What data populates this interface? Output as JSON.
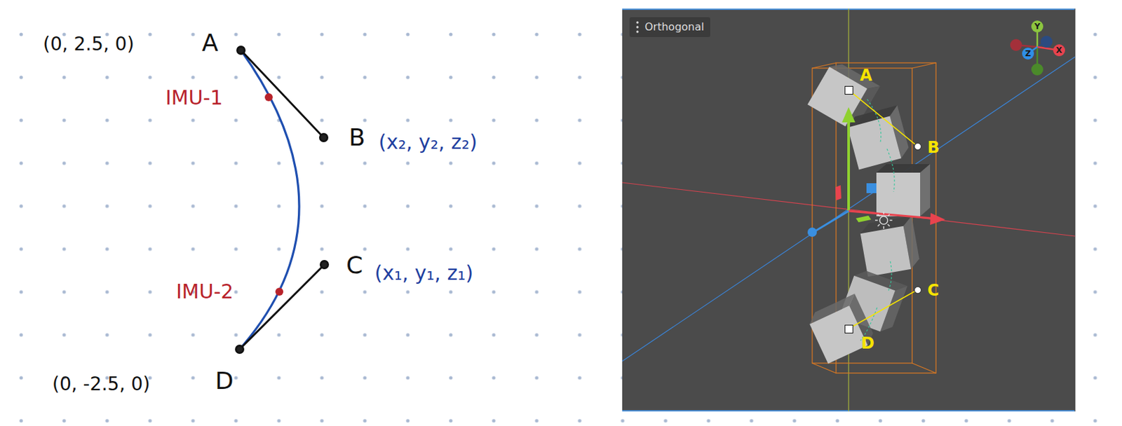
{
  "diagram": {
    "nodes": [
      {
        "text": [
          "(0, 2.5, 0)",
          "A"
        ]
      },
      {
        "text": [
          "B",
          "(x₂, y₂, z₂)"
        ]
      },
      {
        "text": [
          "C",
          "(x₁, y₁, z₁)"
        ]
      },
      {
        "text": [
          "(0, -2.5, 0)",
          "D"
        ]
      },
      {
        "text": [
          "A"
        ]
      },
      {
        "text": [
          "B"
        ]
      },
      {
        "text": [
          "C"
        ]
      },
      {
        "text": [
          "D"
        ]
      }
    ],
    "edges": [
      {
        "from": 0,
        "to": 1,
        "arrow": "none"
      },
      {
        "from": 3,
        "to": 2,
        "arrow": "none"
      },
      {
        "from": 4,
        "to": 5,
        "arrow": "none"
      },
      {
        "from": 7,
        "to": 6,
        "arrow": "none"
      }
    ],
    "labels": [
      "IMU-1",
      "IMU-2",
      "Orthogonal",
      "Y",
      "Z",
      "X"
    ]
  }
}
